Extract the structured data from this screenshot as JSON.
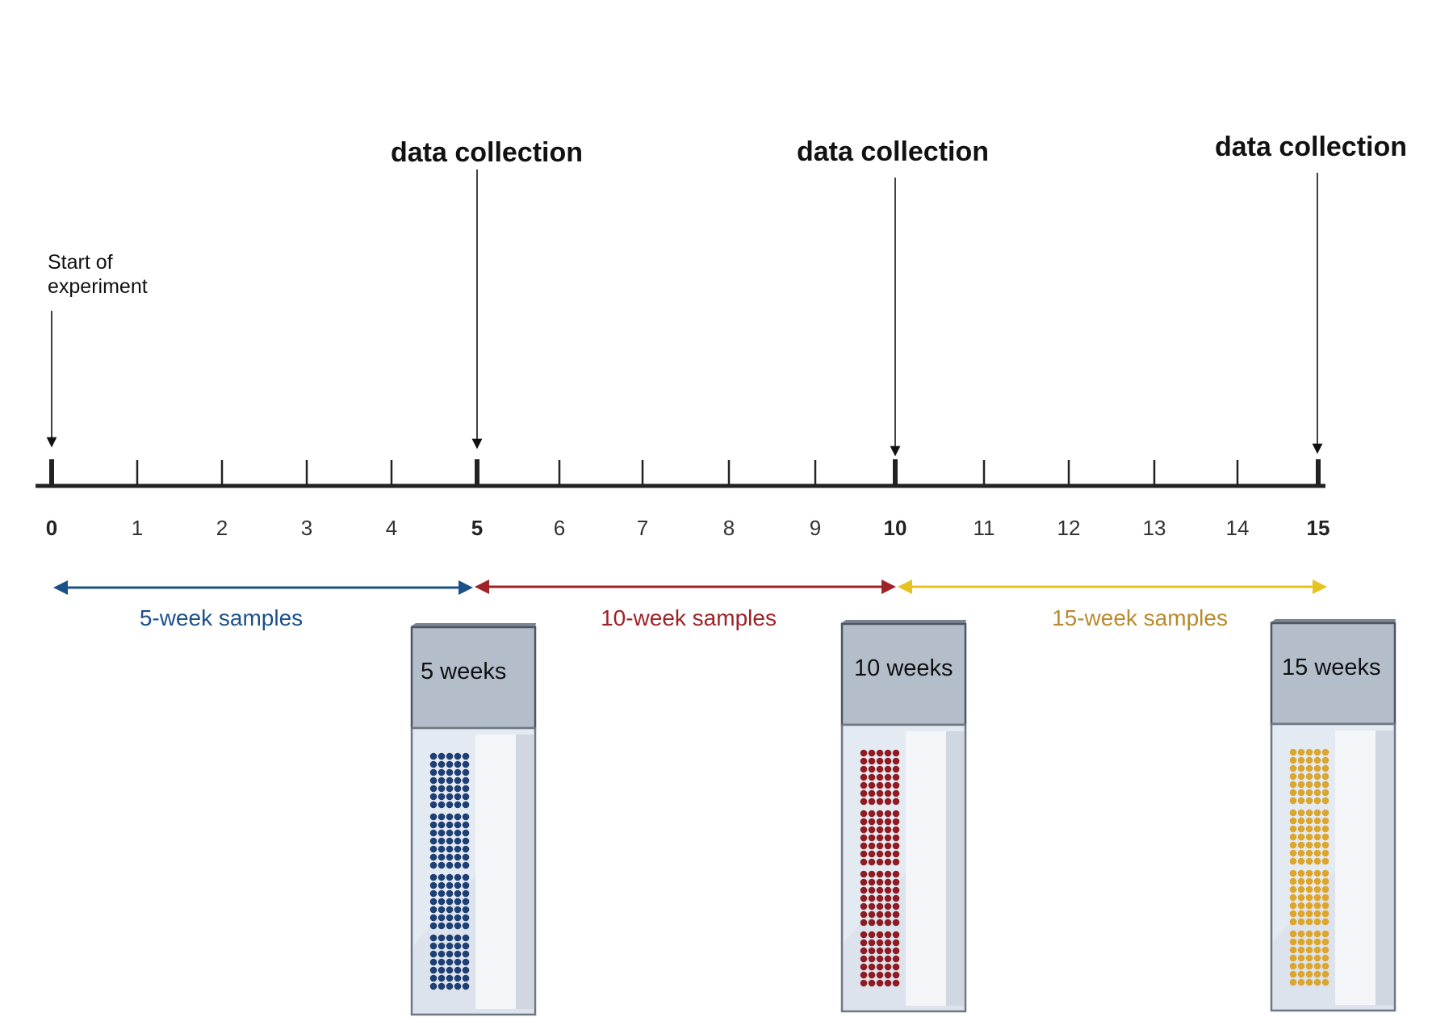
{
  "start_label": [
    "Start of",
    "experiment"
  ],
  "collection_label": "data collection",
  "weeks": [
    "0",
    "1",
    "2",
    "3",
    "4",
    "5",
    "6",
    "7",
    "8",
    "9",
    "10",
    "11",
    "12",
    "13",
    "14",
    "15"
  ],
  "major_weeks": [
    "0",
    "5",
    "10",
    "15"
  ],
  "ranges": [
    {
      "label": "5-week samples",
      "color": "#1b5189"
    },
    {
      "label": "10-week samples",
      "color": "#9e2226"
    },
    {
      "label": "15-week samples",
      "color": "#e6c320",
      "text_color": "#b98a2e"
    }
  ],
  "tubes": [
    {
      "label": "5 weeks",
      "dot_color": "#1e3f73"
    },
    {
      "label": "10 weeks",
      "dot_color": "#8e1b22"
    },
    {
      "label": "15 weeks",
      "dot_color": "#dca52c"
    }
  ]
}
